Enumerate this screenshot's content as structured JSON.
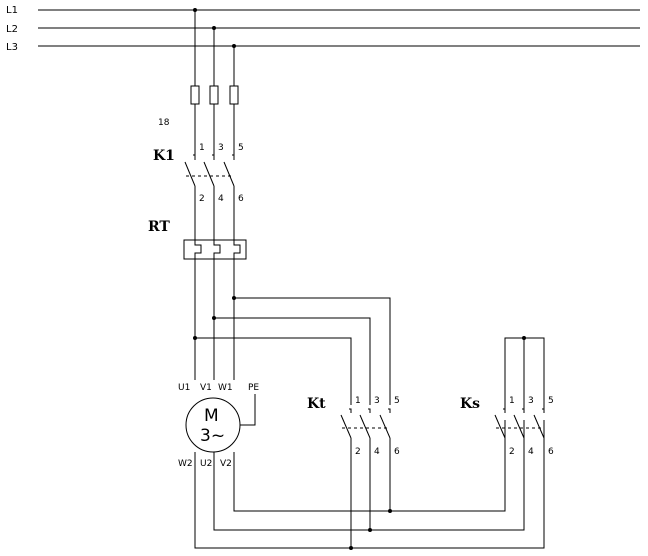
{
  "lines": {
    "l1": "L1",
    "l2": "L2",
    "l3": "L3"
  },
  "k1": {
    "ref": "18",
    "label": "K1",
    "top": [
      "1",
      "3",
      "5"
    ],
    "bottom": [
      "2",
      "4",
      "6"
    ]
  },
  "rt": {
    "label": "RT"
  },
  "motor": {
    "letter": "M",
    "phases": "3~",
    "pe": "PE",
    "top_terms": [
      "U1",
      "V1",
      "W1"
    ],
    "bottom_terms": [
      "W2",
      "U2",
      "V2"
    ]
  },
  "kt": {
    "label": "Kt",
    "top": [
      "1",
      "3",
      "5"
    ],
    "bottom": [
      "2",
      "4",
      "6"
    ]
  },
  "ks": {
    "label": "Ks",
    "top": [
      "1",
      "3",
      "5"
    ],
    "bottom": [
      "2",
      "4",
      "6"
    ]
  }
}
